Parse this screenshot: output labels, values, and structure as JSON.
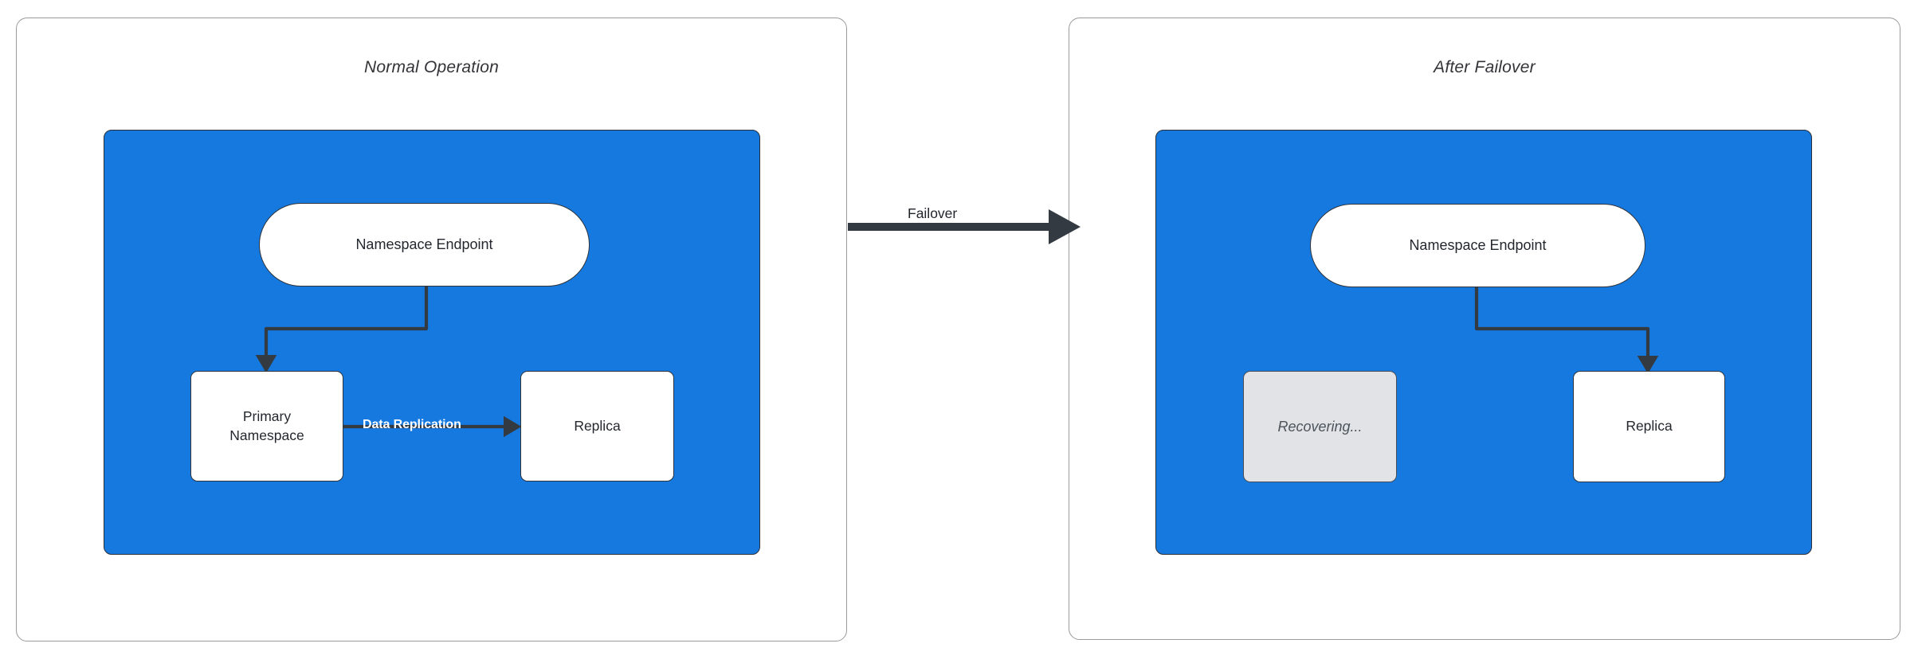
{
  "diagram": {
    "title_left": "Normal Operation",
    "title_right": "After Failover",
    "colors": {
      "region_blue": "#1579e0",
      "node_white": "#ffffff",
      "node_ghost_gray": "#e1e3e6",
      "edge_dark": "#343a42",
      "panel_border": "#9a9a9a",
      "label_white": "#ffffff"
    }
  },
  "panels": [
    {
      "id": "normal-operation",
      "title": "Normal Operation",
      "nodes": [
        {
          "id": "l-endpoint",
          "label": "Namespace Endpoint",
          "shape": "pill",
          "state": "active"
        },
        {
          "id": "l-primary",
          "label": "Primary\nNamespace",
          "line1": "Primary",
          "line2": "Namespace",
          "shape": "rect",
          "state": "active"
        },
        {
          "id": "l-replica",
          "label": "Replica",
          "shape": "rect",
          "state": "active"
        }
      ],
      "edges": [
        {
          "id": "l-endpoint-to-primary",
          "from": "l-endpoint",
          "to": "l-primary",
          "label": "",
          "style": "elbow-arrow"
        },
        {
          "id": "l-primary-to-replica",
          "from": "l-primary",
          "to": "l-replica",
          "label": "Data Replication",
          "style": "straight-arrow"
        }
      ]
    },
    {
      "id": "after-failover",
      "title": "After Failover",
      "nodes": [
        {
          "id": "r-endpoint",
          "label": "Namespace Endpoint",
          "shape": "pill",
          "state": "active"
        },
        {
          "id": "r-recovering",
          "label": "Recovering...",
          "shape": "rect",
          "state": "recovering"
        },
        {
          "id": "r-replica",
          "label": "Replica",
          "shape": "rect",
          "state": "active"
        }
      ],
      "edges": [
        {
          "id": "r-endpoint-to-replica",
          "from": "r-endpoint",
          "to": "r-replica",
          "label": "",
          "style": "elbow-arrow"
        }
      ]
    }
  ],
  "transition": {
    "id": "failover-transition",
    "label": "Failover",
    "from_panel": "normal-operation",
    "to_panel": "after-failover"
  }
}
